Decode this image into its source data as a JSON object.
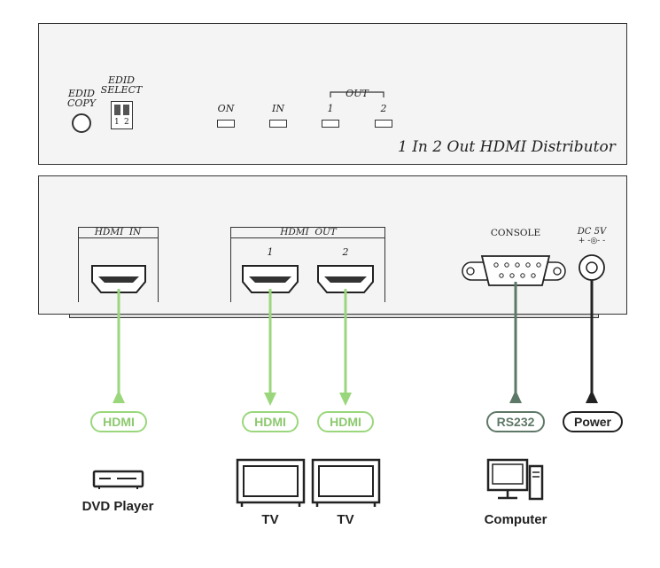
{
  "front_panel": {
    "edid_copy_label_1": "EDID",
    "edid_copy_label_2": "COPY",
    "edid_select_label_1": "EDID",
    "edid_select_label_2": "SELECT",
    "dip_labels": [
      "1",
      "2"
    ],
    "led_on": "ON",
    "led_in": "IN",
    "out_group": "OUT",
    "led_out_1": "1",
    "led_out_2": "2",
    "product_title": "1 In 2 Out HDMI Distributor"
  },
  "rear_panel": {
    "hdmi_in_label": "HDMI  IN",
    "hdmi_out_label": "HDMI  OUT",
    "hdmi_out_1": "1",
    "hdmi_out_2": "2",
    "console_label": "CONSOLE",
    "dc_label": "DC 5V",
    "polarity": "+ -◎- -"
  },
  "connections": [
    {
      "pill": "HDMI",
      "device": "DVD Player"
    },
    {
      "pill": "HDMI",
      "device": "TV"
    },
    {
      "pill": "HDMI",
      "device": "TV"
    },
    {
      "pill": "RS232",
      "device": "Computer"
    },
    {
      "pill": "Power",
      "device": ""
    }
  ],
  "colors": {
    "hdmi_green": "#9ad77c",
    "rs232_green": "#5e7867",
    "power_black": "#222222",
    "panel_fill": "#f4f4f4"
  }
}
